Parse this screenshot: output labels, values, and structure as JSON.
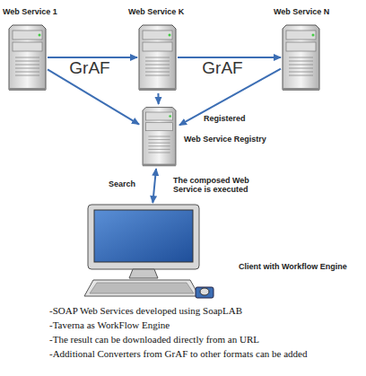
{
  "diagram": {
    "nodes": [
      {
        "text": [
          "Web Service 1"
        ]
      },
      {
        "text": [
          "Web Service K"
        ]
      },
      {
        "text": [
          "Web Service N"
        ]
      },
      {
        "text": [
          "Web Service Registry"
        ]
      },
      {
        "text": [
          "Client with Workflow Engine"
        ]
      }
    ],
    "edges": [
      {
        "from": 0,
        "to": 1,
        "arrow": "to",
        "label": "GrAF"
      },
      {
        "from": 1,
        "to": 2,
        "arrow": "to",
        "label": "GrAF"
      },
      {
        "from": 0,
        "to": 3,
        "arrow": "to"
      },
      {
        "from": 1,
        "to": 3,
        "arrow": "to"
      },
      {
        "from": 2,
        "to": 3,
        "arrow": "to"
      },
      {
        "from": 4,
        "to": 3,
        "arrow": "both"
      }
    ],
    "labels": [
      "Registered",
      "Search",
      "The composed Web Service is executed",
      "-SOAP Web Services developed using SoapLAB",
      "-Taverna as WorkFlow Engine",
      "-The result can be downloaded directly from an URL",
      "-Additional Converters from GrAF to other formats can be added"
    ]
  }
}
